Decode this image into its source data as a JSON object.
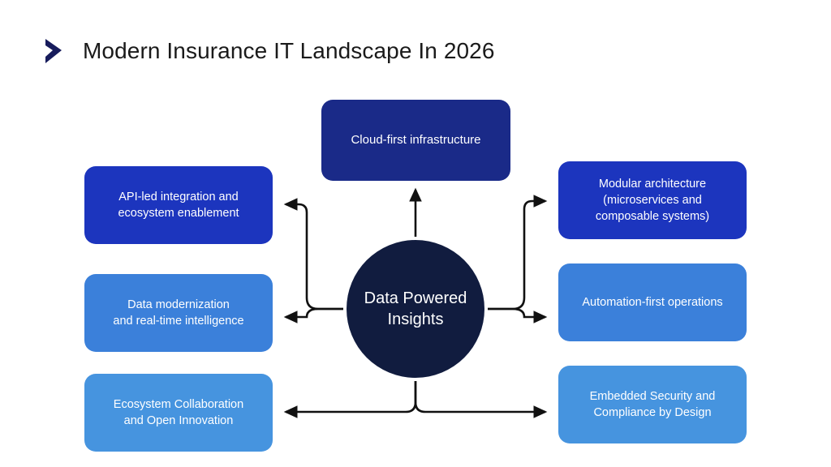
{
  "header": {
    "icon": "chevron-right-icon",
    "title": "Modern Insurance IT Landscape In 2026",
    "title_color": "#1a1a1a",
    "icon_color": "#171c5c"
  },
  "diagram": {
    "type": "hub-and-spoke",
    "center": {
      "label": "Data Powered\nInsights",
      "color": "#111c3f",
      "text_color": "#ffffff",
      "shape": "circle"
    },
    "nodes": [
      {
        "id": "cloud-first-infrastructure",
        "label": "Cloud-first infrastructure",
        "color": "#1a2a88",
        "text_color": "#ffffff",
        "position": "top"
      },
      {
        "id": "api-led-integration",
        "label": "API-led integration and\necosystem enablement",
        "color": "#1c35be",
        "text_color": "#ffffff",
        "position": "left-top"
      },
      {
        "id": "data-modernization",
        "label": "Data modernization\nand real-time intelligence",
        "color": "#3b80da",
        "text_color": "#ffffff",
        "position": "left-middle"
      },
      {
        "id": "ecosystem-collaboration",
        "label": "Ecosystem Collaboration\nand Open Innovation",
        "color": "#4694df",
        "text_color": "#ffffff",
        "position": "left-bottom"
      },
      {
        "id": "modular-architecture",
        "label": "Modular architecture\n(microservices and\ncomposable systems)",
        "color": "#1c35be",
        "text_color": "#ffffff",
        "position": "right-top"
      },
      {
        "id": "automation-first-operations",
        "label": "Automation-first operations",
        "color": "#3b80da",
        "text_color": "#ffffff",
        "position": "right-middle"
      },
      {
        "id": "embedded-security-compliance",
        "label": "Embedded Security and\nCompliance by Design",
        "color": "#4694df",
        "text_color": "#ffffff",
        "position": "right-bottom"
      }
    ],
    "connectors": {
      "color": "#111111",
      "style": "arrow",
      "description": "Arrows radiate from the central circle: one upward to the top node, a branching pair to the left nodes, a branching pair to the right nodes, and a branching pair downward to the bottom-left and bottom-right nodes."
    }
  },
  "background_color": "#ffffff"
}
